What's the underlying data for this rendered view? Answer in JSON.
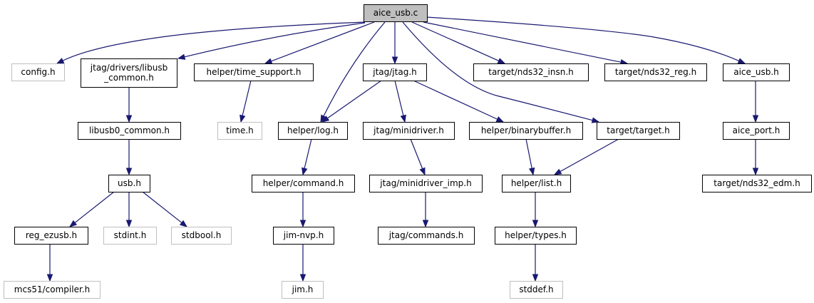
{
  "diagram": {
    "type": "include-dependency-graph",
    "colors": {
      "edge": "#191970",
      "root_fill": "#bfbfbf",
      "external_border": "#bfbfbf",
      "node_border": "#000000"
    },
    "nodes": [
      {
        "id": "aice_usb_c",
        "label": "aice_usb.c",
        "kind": "root"
      },
      {
        "id": "config_h",
        "label": "config.h",
        "kind": "external"
      },
      {
        "id": "libusb_common_h",
        "label": "jtag/drivers/libusb\n_common.h",
        "kind": "internal"
      },
      {
        "id": "time_support_h",
        "label": "helper/time_support.h",
        "kind": "internal"
      },
      {
        "id": "jtag_h",
        "label": "jtag/jtag.h",
        "kind": "internal"
      },
      {
        "id": "nds32_insn_h",
        "label": "target/nds32_insn.h",
        "kind": "internal"
      },
      {
        "id": "nds32_reg_h",
        "label": "target/nds32_reg.h",
        "kind": "internal"
      },
      {
        "id": "aice_usb_h",
        "label": "aice_usb.h",
        "kind": "internal"
      },
      {
        "id": "libusb0_common_h",
        "label": "libusb0_common.h",
        "kind": "internal"
      },
      {
        "id": "time_h",
        "label": "time.h",
        "kind": "external"
      },
      {
        "id": "log_h",
        "label": "helper/log.h",
        "kind": "internal"
      },
      {
        "id": "minidriver_h",
        "label": "jtag/minidriver.h",
        "kind": "internal"
      },
      {
        "id": "binarybuffer_h",
        "label": "helper/binarybuffer.h",
        "kind": "internal"
      },
      {
        "id": "target_h",
        "label": "target/target.h",
        "kind": "internal"
      },
      {
        "id": "aice_port_h",
        "label": "aice_port.h",
        "kind": "internal"
      },
      {
        "id": "usb_h",
        "label": "usb.h",
        "kind": "internal"
      },
      {
        "id": "command_h",
        "label": "helper/command.h",
        "kind": "internal"
      },
      {
        "id": "minidriver_imp_h",
        "label": "jtag/minidriver_imp.h",
        "kind": "internal"
      },
      {
        "id": "list_h",
        "label": "helper/list.h",
        "kind": "internal"
      },
      {
        "id": "nds32_edm_h",
        "label": "target/nds32_edm.h",
        "kind": "internal"
      },
      {
        "id": "reg_ezusb_h",
        "label": "reg_ezusb.h",
        "kind": "internal"
      },
      {
        "id": "stdint_h",
        "label": "stdint.h",
        "kind": "external"
      },
      {
        "id": "stdbool_h",
        "label": "stdbool.h",
        "kind": "external"
      },
      {
        "id": "jim_nvp_h",
        "label": "jim-nvp.h",
        "kind": "internal"
      },
      {
        "id": "commands_h",
        "label": "jtag/commands.h",
        "kind": "internal"
      },
      {
        "id": "types_h",
        "label": "helper/types.h",
        "kind": "internal"
      },
      {
        "id": "compiler_h",
        "label": "mcs51/compiler.h",
        "kind": "external"
      },
      {
        "id": "jim_h",
        "label": "jim.h",
        "kind": "external"
      },
      {
        "id": "stddef_h",
        "label": "stddef.h",
        "kind": "external"
      }
    ],
    "edges": [
      {
        "from": "aice_usb_c",
        "to": "config_h"
      },
      {
        "from": "aice_usb_c",
        "to": "libusb_common_h"
      },
      {
        "from": "aice_usb_c",
        "to": "time_support_h"
      },
      {
        "from": "aice_usb_c",
        "to": "log_h"
      },
      {
        "from": "aice_usb_c",
        "to": "jtag_h"
      },
      {
        "from": "aice_usb_c",
        "to": "target_h"
      },
      {
        "from": "aice_usb_c",
        "to": "nds32_insn_h"
      },
      {
        "from": "aice_usb_c",
        "to": "nds32_reg_h"
      },
      {
        "from": "aice_usb_c",
        "to": "aice_usb_h"
      },
      {
        "from": "libusb_common_h",
        "to": "libusb0_common_h"
      },
      {
        "from": "time_support_h",
        "to": "time_h"
      },
      {
        "from": "jtag_h",
        "to": "log_h"
      },
      {
        "from": "jtag_h",
        "to": "minidriver_h"
      },
      {
        "from": "jtag_h",
        "to": "binarybuffer_h"
      },
      {
        "from": "aice_usb_h",
        "to": "aice_port_h"
      },
      {
        "from": "libusb0_common_h",
        "to": "usb_h"
      },
      {
        "from": "log_h",
        "to": "command_h"
      },
      {
        "from": "minidriver_h",
        "to": "minidriver_imp_h"
      },
      {
        "from": "binarybuffer_h",
        "to": "list_h"
      },
      {
        "from": "target_h",
        "to": "list_h"
      },
      {
        "from": "aice_port_h",
        "to": "nds32_edm_h"
      },
      {
        "from": "usb_h",
        "to": "reg_ezusb_h"
      },
      {
        "from": "usb_h",
        "to": "stdint_h"
      },
      {
        "from": "usb_h",
        "to": "stdbool_h"
      },
      {
        "from": "command_h",
        "to": "jim_nvp_h"
      },
      {
        "from": "minidriver_imp_h",
        "to": "commands_h"
      },
      {
        "from": "list_h",
        "to": "types_h"
      },
      {
        "from": "reg_ezusb_h",
        "to": "compiler_h"
      },
      {
        "from": "jim_nvp_h",
        "to": "jim_h"
      },
      {
        "from": "types_h",
        "to": "stddef_h"
      }
    ]
  }
}
